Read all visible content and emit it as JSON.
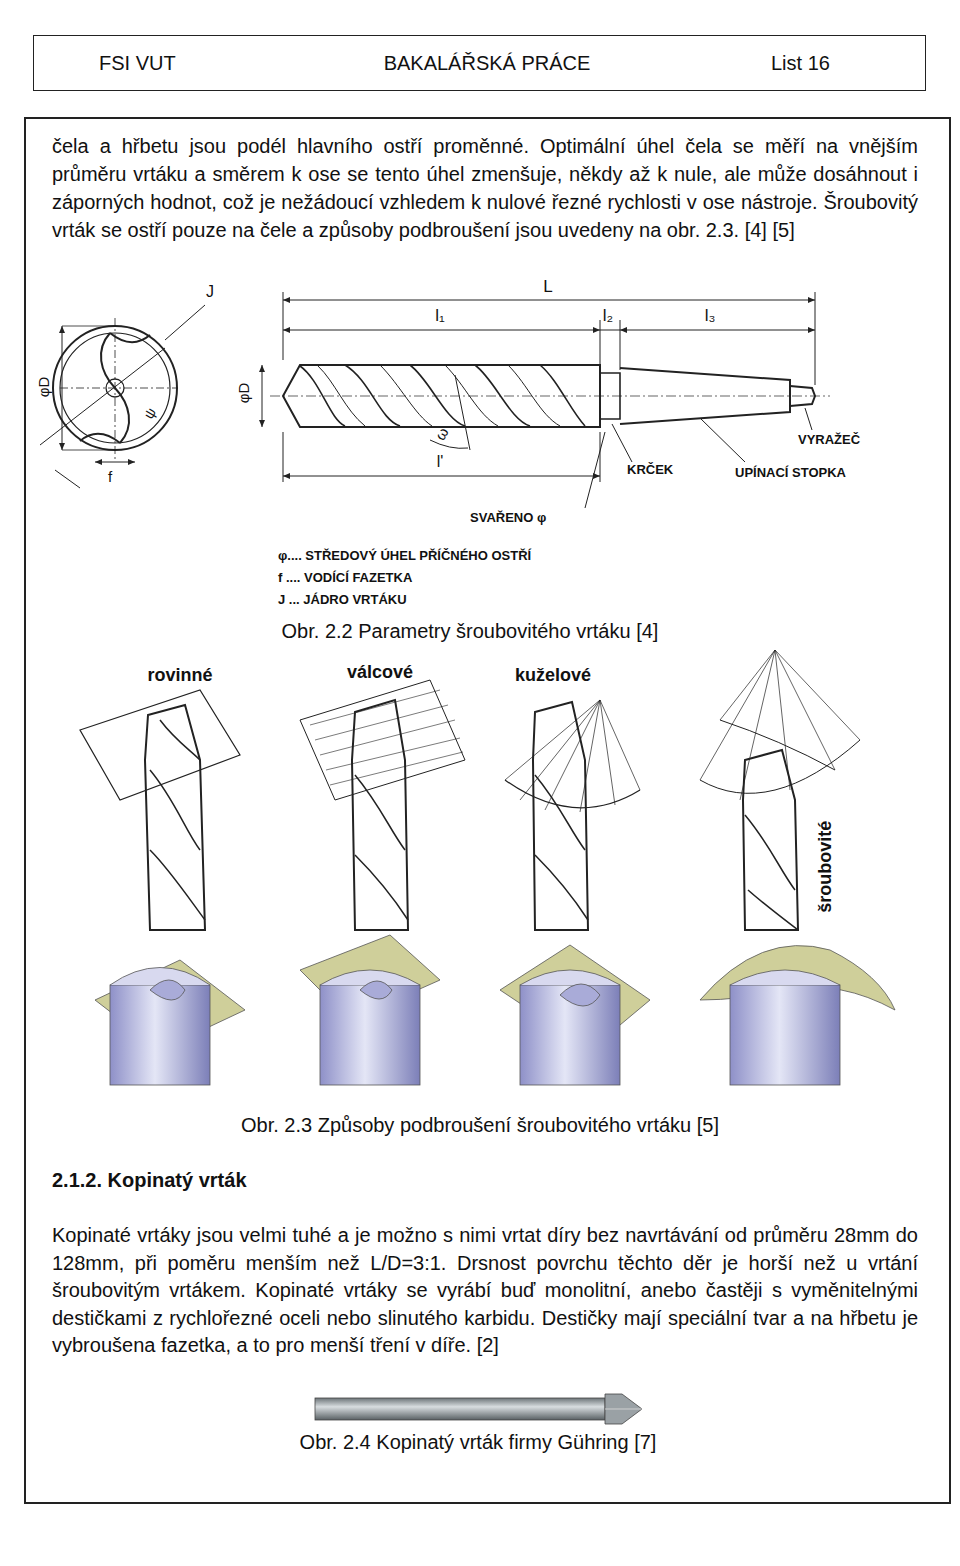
{
  "diagram": {
    "nodes": [
      {
        "text": [
          "FSI VUT",
          "BAKALÁŘSKÁ PRÁCE",
          "List 16"
        ]
      }
    ],
    "labels": [
      "čela a hřbetu jsou podél hlavního ostří proměnné. Optimální úhel čela se měří na vnějším průměru vrtáku a směrem k ose se tento úhel zmenšuje, někdy až k nule, ale může dosáhnout i záporných hodnot, což je nežádoucí vzhledem k nulové řezné rychlosti v ose nástroje. Šroubovitý vrták se ostří pouze na čele a způsoby podbroušení jsou uvedeny na obr. 2.3. [4] [5]",
      "L",
      "l₁",
      "l₂",
      "l₃",
      "J",
      "φD",
      "φD",
      "ψ",
      "f",
      "ω",
      "l'",
      "KRČEK",
      "UPÍNACÍ STOPKA",
      "VYRAŽEČ",
      "SVAŘENO φ",
      "φ.... STŘEDOVÝ ÚHEL PŘÍČNÉHO OSTŘÍ",
      "f .... VODÍCÍ FAZETKA",
      "J ... JÁDRO VRTÁKU",
      "Obr. 2.2 Parametry šroubovitého vrtáku [4]",
      "rovinné",
      "válcové",
      "kuželové",
      "šroubovité",
      "Obr. 2.3 Způsoby podbroušení šroubovitého vrtáku [5]",
      "2.1.2. Kopinatý vrták",
      "Kopinaté vrtáky jsou velmi tuhé a je možno s nimi vrtat díry bez navrtávání od průměru 28mm do 128mm, při poměru menším než L/D=3:1. Drsnost povrchu těchto děr je horší než u vrtání šroubovitým vrtákem. Kopinaté vrtáky se vyrábí buď monolitní, anebo častěji s vyměnitelnými destičkami z rychlořezné oceli nebo slinutého karbidu. Destičky mají speciální tvar a na hřbetu je vybroušena fazetka, a to pro menší tření v díře. [2]",
      "Obr. 2.4 Kopinatý vrták firmy Gühring [7]"
    ]
  }
}
